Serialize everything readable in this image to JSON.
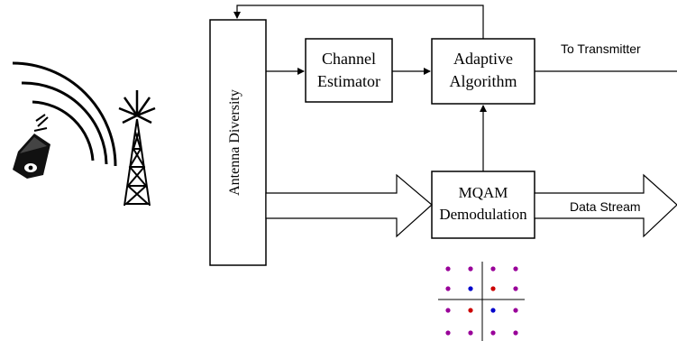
{
  "blocks": {
    "antenna_diversity": "Antenna Diversity",
    "channel_estimator": [
      "Channel",
      "Estimator"
    ],
    "adaptive_algorithm": [
      "Adaptive",
      "Algorithm"
    ],
    "mqam_demodulation": [
      "MQAM",
      "Demodulation"
    ]
  },
  "labels": {
    "to_transmitter": "To Transmitter",
    "data_stream": "Data Stream"
  },
  "constellation": {
    "colors": {
      "outer": "#990099",
      "inner_blue": "#0000cc",
      "inner_red": "#cc0000"
    },
    "points": [
      [
        "outer",
        "outer",
        "outer",
        "outer"
      ],
      [
        "outer",
        "inner_blue",
        "inner_red",
        "outer"
      ],
      [
        "outer",
        "inner_red",
        "inner_blue",
        "outer"
      ],
      [
        "outer",
        "outer",
        "outer",
        "outer"
      ]
    ]
  }
}
